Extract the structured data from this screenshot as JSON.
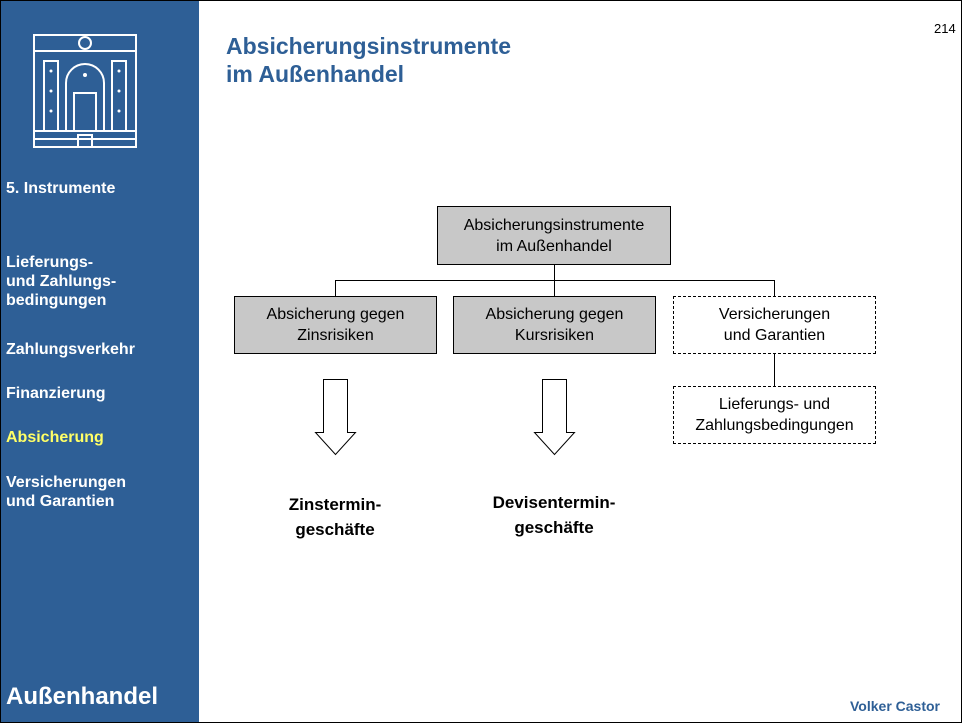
{
  "page_number": "214",
  "title": "Absicherungsinstrumente\nim Außenhandel",
  "sidebar": {
    "items": [
      {
        "label": "5. Instrumente",
        "active": false
      },
      {
        "label": "Lieferungs-\nund Zahlungs-\nbedingungen",
        "active": false
      },
      {
        "label": "Zahlungsverkehr",
        "active": false
      },
      {
        "label": "Finanzierung",
        "active": false
      },
      {
        "label": "Absicherung",
        "active": true
      },
      {
        "label": "Versicherungen\nund Garantien",
        "active": false
      }
    ],
    "brand": "Außenhandel",
    "logo_icon": "building-facade-icon"
  },
  "diagram": {
    "root": "Absicherungsinstrumente\nim Außenhandel",
    "children": [
      "Absicherung gegen\nZinsrisiken",
      "Absicherung gegen\nKursrisiken",
      "Versicherungen\nund Garantien"
    ],
    "sub_child": "Lieferungs- und\nZahlungsbedingungen",
    "results": [
      "Zinstermin-\ngeschäfte",
      "Devisentermin-\ngeschäfte"
    ]
  },
  "author": "Volker Castor",
  "colors": {
    "sidebar": "#2e5f96",
    "active_nav": "#ffff66",
    "grey_box": "#c8c8c8"
  }
}
